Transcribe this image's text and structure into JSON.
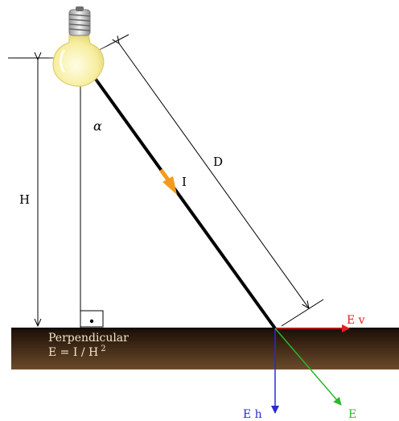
{
  "labels": {
    "alpha": "α",
    "H": "H",
    "D": "D",
    "I": "I",
    "Ev": "E v",
    "Eh": "E h",
    "E": "E",
    "perpendicular": "Perpendicular",
    "formula_base": "E = I / H",
    "formula_exp": "2"
  },
  "colors": {
    "ground_top": "#1a0d06",
    "ground_bottom": "#6b4a2a",
    "ray": "#000000",
    "intensity_arrow": "#f39a1d",
    "ev_vector": "#e02020",
    "eh_vector": "#2a2ad0",
    "e_vector": "#2ab82a",
    "text_on_ground": "#f0e6c8",
    "bulb_glass": "#fbf3b0",
    "bulb_base": "#d9d9d9"
  },
  "icons": {
    "lamp": "light-bulb-icon",
    "right_angle": "right-angle-marker-icon"
  }
}
